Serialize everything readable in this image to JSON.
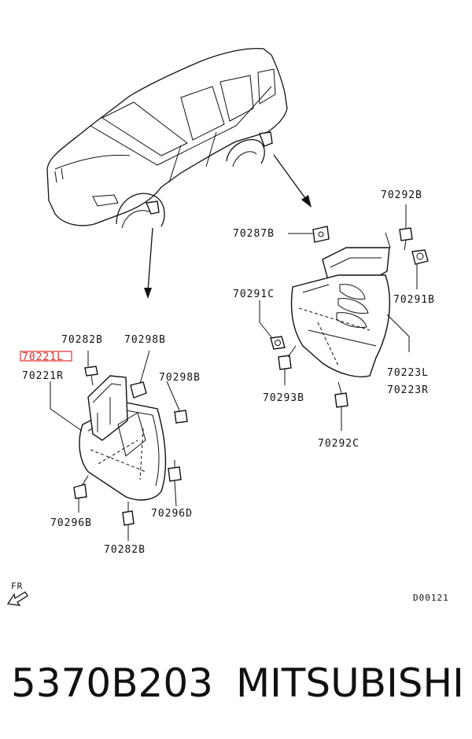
{
  "labels": {
    "p70282b_top": "70282B",
    "p70298b_top": "70298B",
    "p70221l": "70221L",
    "p70221r": "70221R",
    "p70298b_right": "70298B",
    "p70296b": "70296B",
    "p70296d": "70296D",
    "p70282b_bottom": "70282B",
    "p70292b": "70292B",
    "p70287b": "70287B",
    "p70291c": "70291C",
    "p70291b": "70291B",
    "p70223l": "70223L",
    "p70223r": "70223R",
    "p70293b": "70293B",
    "p70292c": "70292C"
  },
  "direction": "FR",
  "diagram_code": "D00121",
  "part_number": "5370B203",
  "brand": "MITSUBISHI",
  "highlight_color": "#e03030"
}
